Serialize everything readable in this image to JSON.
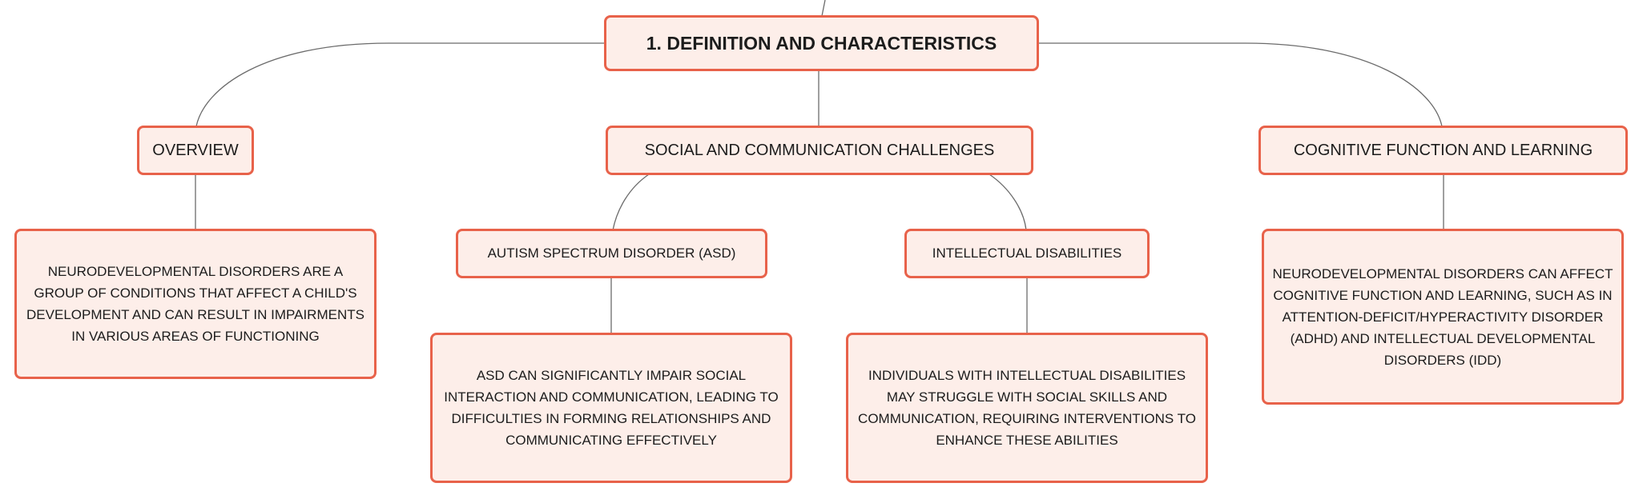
{
  "root": {
    "label": "1. DEFINITION AND CHARACTERISTICS"
  },
  "topics": [
    {
      "label": "OVERVIEW",
      "detail": "NEURODEVELOPMENTAL DISORDERS ARE A GROUP OF CONDITIONS THAT AFFECT A CHILD'S DEVELOPMENT AND CAN RESULT IN IMPAIRMENTS IN VARIOUS AREAS OF FUNCTIONING"
    },
    {
      "label": "SOCIAL AND COMMUNICATION CHALLENGES",
      "subtopics": [
        {
          "label": "AUTISM SPECTRUM DISORDER (ASD)",
          "detail": "ASD CAN SIGNIFICANTLY IMPAIR SOCIAL INTERACTION AND COMMUNICATION, LEADING TO DIFFICULTIES IN FORMING RELATIONSHIPS AND COMMUNICATING EFFECTIVELY"
        },
        {
          "label": "INTELLECTUAL DISABILITIES",
          "detail": "INDIVIDUALS WITH INTELLECTUAL DISABILITIES MAY STRUGGLE WITH SOCIAL SKILLS AND COMMUNICATION, REQUIRING INTERVENTIONS TO ENHANCE THESE ABILITIES"
        }
      ]
    },
    {
      "label": "COGNITIVE FUNCTION AND LEARNING",
      "detail": "NEURODEVELOPMENTAL DISORDERS CAN AFFECT COGNITIVE FUNCTION AND LEARNING, SUCH AS IN ATTENTION-DEFICIT/HYPERACTIVITY DISORDER (ADHD) AND INTELLECTUAL DEVELOPMENTAL DISORDERS (IDD)"
    }
  ],
  "colors": {
    "node_border": "#e8624a",
    "node_fill": "#fdeee9",
    "connector": "#6b6b6b",
    "text": "#1c1c1c"
  }
}
